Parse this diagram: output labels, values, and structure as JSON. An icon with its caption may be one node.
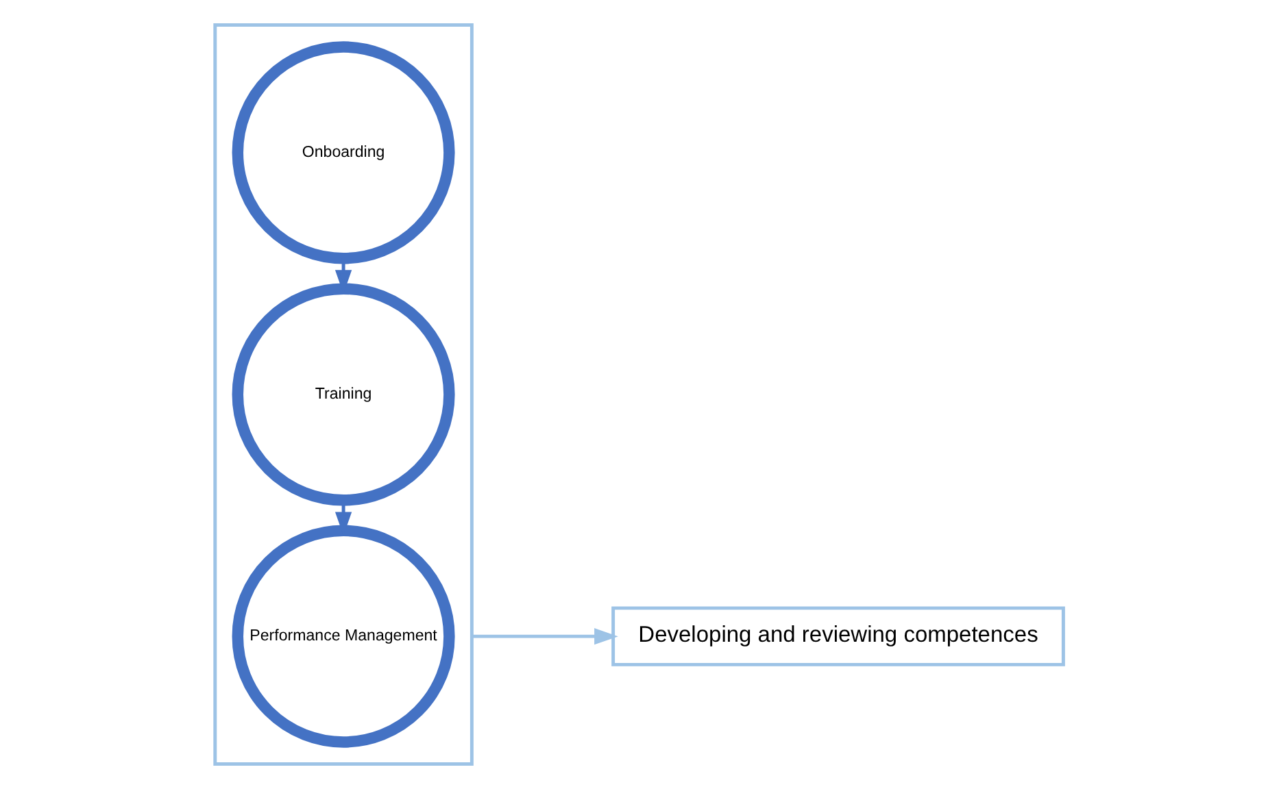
{
  "diagram": {
    "nodes": [
      {
        "text": [],
        "shape": "box"
      },
      {
        "text": [
          "Onboarding"
        ],
        "in": 0
      },
      {
        "text": [
          "Training"
        ],
        "in": 0
      },
      {
        "text": [
          "Performance Management"
        ],
        "in": 0
      },
      {
        "text": [
          "Developing and reviewing competences"
        ]
      }
    ],
    "edges": [
      {
        "from": 1,
        "to": 2,
        "arrow": "to"
      },
      {
        "from": 2,
        "to": 3,
        "arrow": "to"
      },
      {
        "from": 0,
        "to": 4,
        "arrow": "to",
        "color": "#9dc3e6"
      }
    ]
  }
}
